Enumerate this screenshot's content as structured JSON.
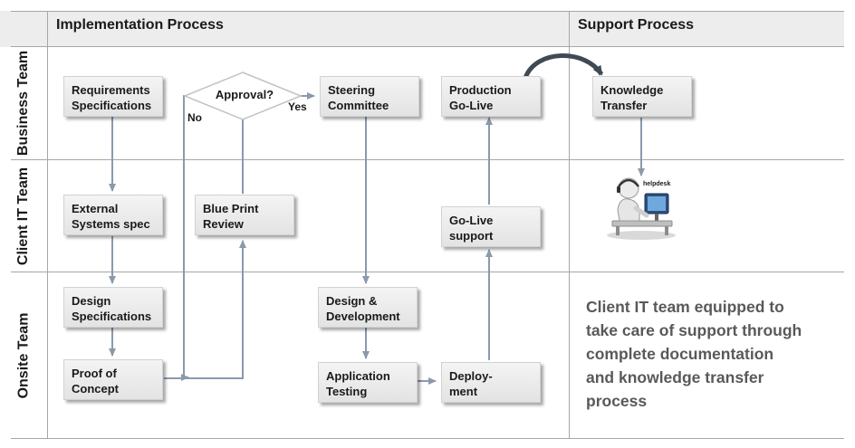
{
  "header": {
    "implementation": "Implementation Process",
    "support": "Support Process"
  },
  "lanes": {
    "business": "Business Team",
    "client_it": "Client IT Team",
    "onsite": "Onsite Team"
  },
  "nodes": {
    "requirements": [
      "Requirements",
      "Specifications"
    ],
    "external": [
      "External",
      "Systems spec"
    ],
    "design_spec": [
      "Design",
      "Specifications"
    ],
    "poc": [
      "Proof of",
      "Concept"
    ],
    "blueprint": [
      "Blue Print",
      "Review"
    ],
    "approval": "Approval?",
    "steering": [
      "Steering",
      "Committee"
    ],
    "design_dev": [
      "Design &",
      "Development"
    ],
    "app_testing": [
      "Application",
      "Testing"
    ],
    "deployment": [
      "Deploy-",
      "ment"
    ],
    "golive_support": [
      "Go-Live",
      "support"
    ],
    "production": [
      "Production",
      "Go-Live"
    ],
    "knowledge": [
      "Knowledge",
      "Transfer"
    ]
  },
  "edge_labels": {
    "no": "No",
    "yes": "Yes"
  },
  "helpdesk_label": "helpdesk",
  "support_text": [
    "Client IT team equipped to",
    "take care of support  through",
    "complete documentation",
    "and knowledge transfer",
    "process"
  ],
  "colors": {
    "arrow": "#8a9aac",
    "border": "#a6a6a6",
    "header_bg": "#ededed",
    "support_text": "#595959"
  }
}
